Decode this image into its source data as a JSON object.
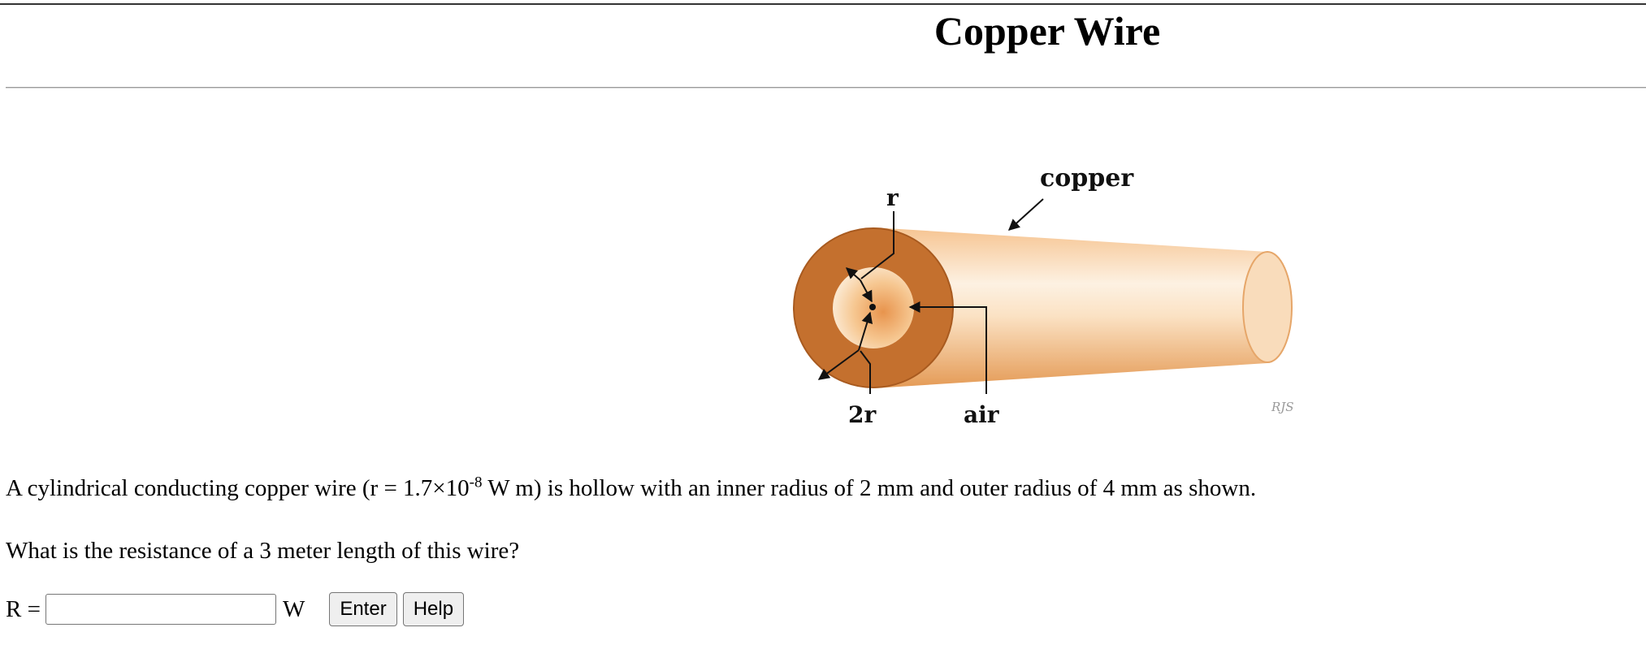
{
  "page": {
    "title": "Copper Wire"
  },
  "figure": {
    "label_copper": "copper",
    "label_r": "r",
    "label_2r": "2r",
    "label_air": "air",
    "signature": "RJS",
    "colors": {
      "copper_light": "#fbe0bd",
      "copper_mid": "#f2b77a",
      "copper_dark": "#c06a28",
      "ring": "#c8742f"
    }
  },
  "problem": {
    "text_before": "A cylindrical conducting copper wire (r = 1.7×10",
    "exponent": "-8",
    "text_after": " W m) is hollow with an inner radius of 2 mm and outer radius of 4 mm as shown.",
    "question": "What is the resistance of a 3 meter length of this wire?"
  },
  "answer": {
    "label": "R =",
    "value": "",
    "unit": "W",
    "enter_label": "Enter",
    "help_label": "Help"
  }
}
